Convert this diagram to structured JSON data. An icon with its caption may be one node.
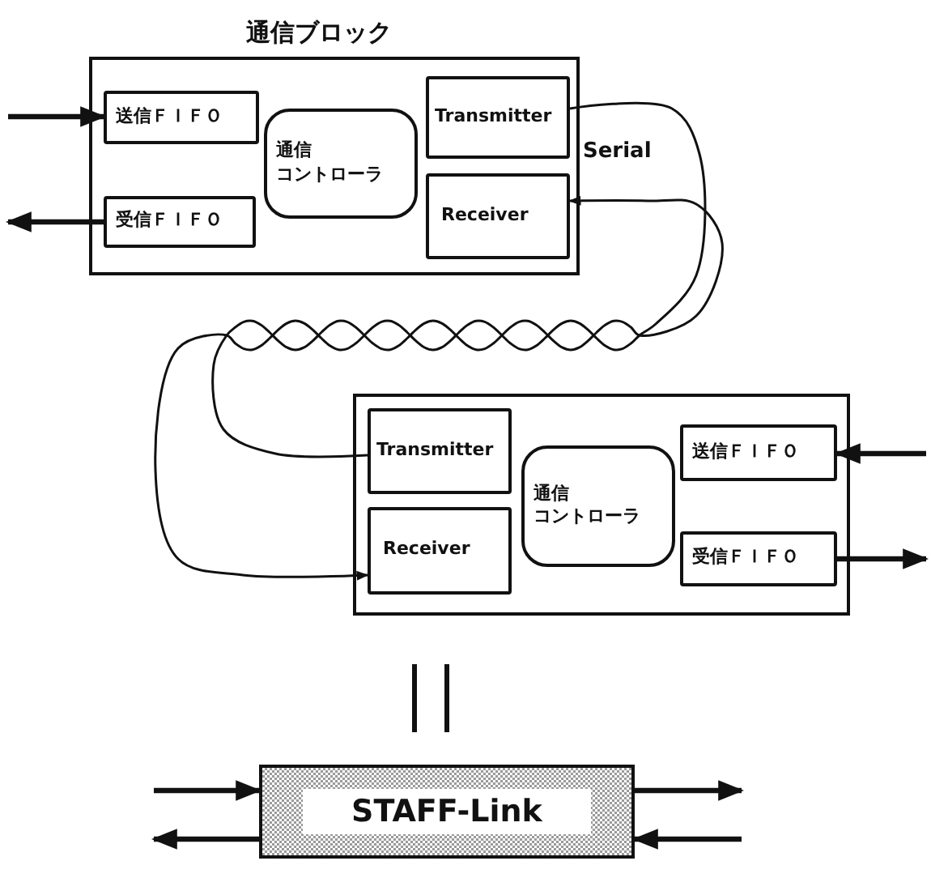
{
  "diagram": {
    "nodes": [
      {
        "text": [
          "通信ブロック"
        ]
      },
      {
        "text": [
          "送信ＦＩＦＯ"
        ],
        "in": 0
      },
      {
        "text": [
          "受信ＦＩＦＯ"
        ],
        "in": 0
      },
      {
        "text": [
          "通信",
          "コントローラ"
        ],
        "in": 0
      },
      {
        "text": [
          "Transmitter"
        ],
        "in": 0
      },
      {
        "text": [
          "Receiver"
        ],
        "in": 0
      },
      {
        "text": [],
        "shape": "box"
      },
      {
        "text": [
          "Transmitter"
        ],
        "in": 6
      },
      {
        "text": [
          "Receiver"
        ],
        "in": 6
      },
      {
        "text": [
          "通信",
          "コントローラ"
        ],
        "in": 6
      },
      {
        "text": [
          "送信ＦＩＦＯ"
        ],
        "in": 6
      },
      {
        "text": [
          "受信ＦＩＦＯ"
        ],
        "in": 6
      },
      {
        "text": [
          "STAFF-Link"
        ]
      }
    ],
    "edges": [
      {
        "from": null,
        "to": 1,
        "arrow": "to"
      },
      {
        "from": 2,
        "to": null,
        "arrow": "to"
      },
      {
        "from": 4,
        "to": 8,
        "arrow": "to"
      },
      {
        "from": 7,
        "to": 5,
        "arrow": "to"
      },
      {
        "from": null,
        "to": 10,
        "arrow": "to"
      },
      {
        "from": 11,
        "to": null,
        "arrow": "to"
      },
      {
        "from": null,
        "to": 12,
        "arrow": "to"
      },
      {
        "from": 12,
        "to": null,
        "arrow": "to"
      },
      {
        "from": 12,
        "to": null,
        "arrow": "to"
      },
      {
        "from": null,
        "to": 12,
        "arrow": "to"
      }
    ],
    "labels": [
      "Serial"
    ]
  }
}
